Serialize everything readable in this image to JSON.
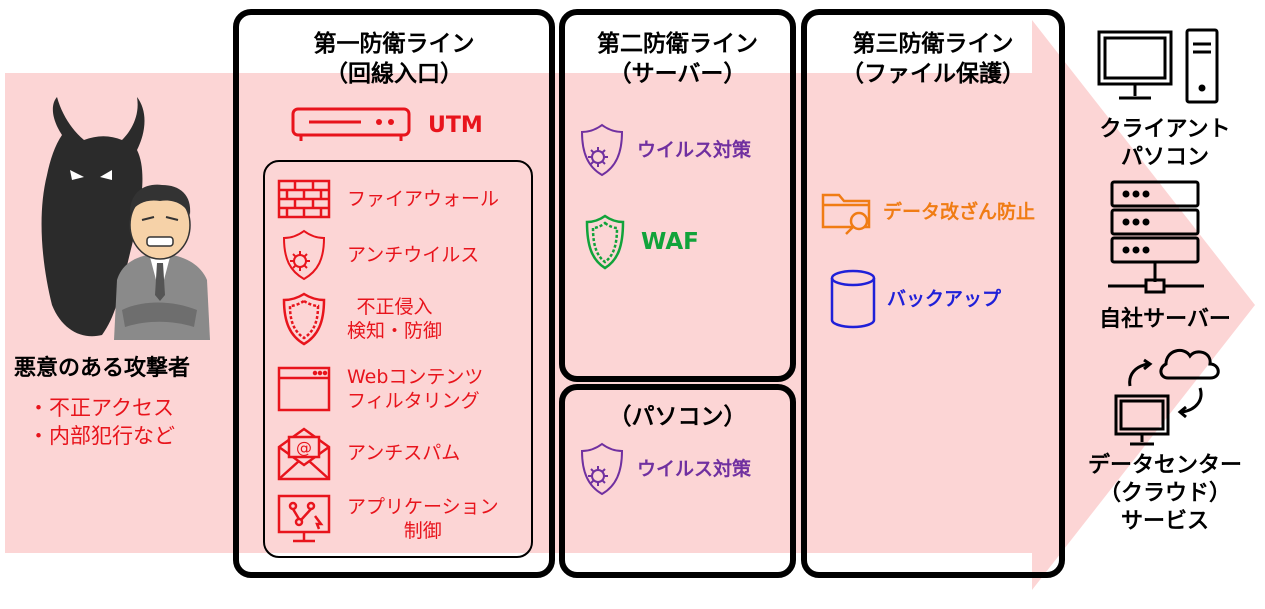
{
  "colors": {
    "arrow": "#fcd5d5",
    "red": "#e8141c",
    "purple": "#7030a0",
    "green": "#11a33a",
    "orange": "#f07c14",
    "blue": "#1f20d8"
  },
  "attacker": {
    "title": "悪意のある攻撃者",
    "items": [
      "・不正アクセス",
      "・内部犯行など"
    ]
  },
  "line1": {
    "title": "第一防衛ライン\n（回線入口）",
    "utm_label": "UTM",
    "features": [
      {
        "icon": "brick-firewall-icon",
        "label": "ファイアウォール"
      },
      {
        "icon": "antivirus-shield-icon",
        "label": "アンチウイルス"
      },
      {
        "icon": "intrusion-shield-icon",
        "label": "不正侵入\n検知・防御"
      },
      {
        "icon": "browser-window-icon",
        "label": "Webコンテンツ\nフィルタリング"
      },
      {
        "icon": "email-icon",
        "label": "アンチスパム"
      },
      {
        "icon": "monitor-app-icon",
        "label": "アプリケーション\n制御"
      }
    ]
  },
  "line2": {
    "title": "第二防衛ライン\n（サーバー）",
    "antivirus_label": "ウイルス対策",
    "waf_label": "WAF",
    "pc_title": "（パソコン）",
    "pc_antivirus_label": "ウイルス対策"
  },
  "line3": {
    "title": "第三防衛ライン\n（ファイル保護）",
    "tamper_label": "データ改ざん防止",
    "backup_label": "バックアップ"
  },
  "targets": {
    "client_pc": "クライアント\nパソコン",
    "own_server": "自社サーバー",
    "datacenter": "データセンター\n（クラウド）\nサービス"
  }
}
